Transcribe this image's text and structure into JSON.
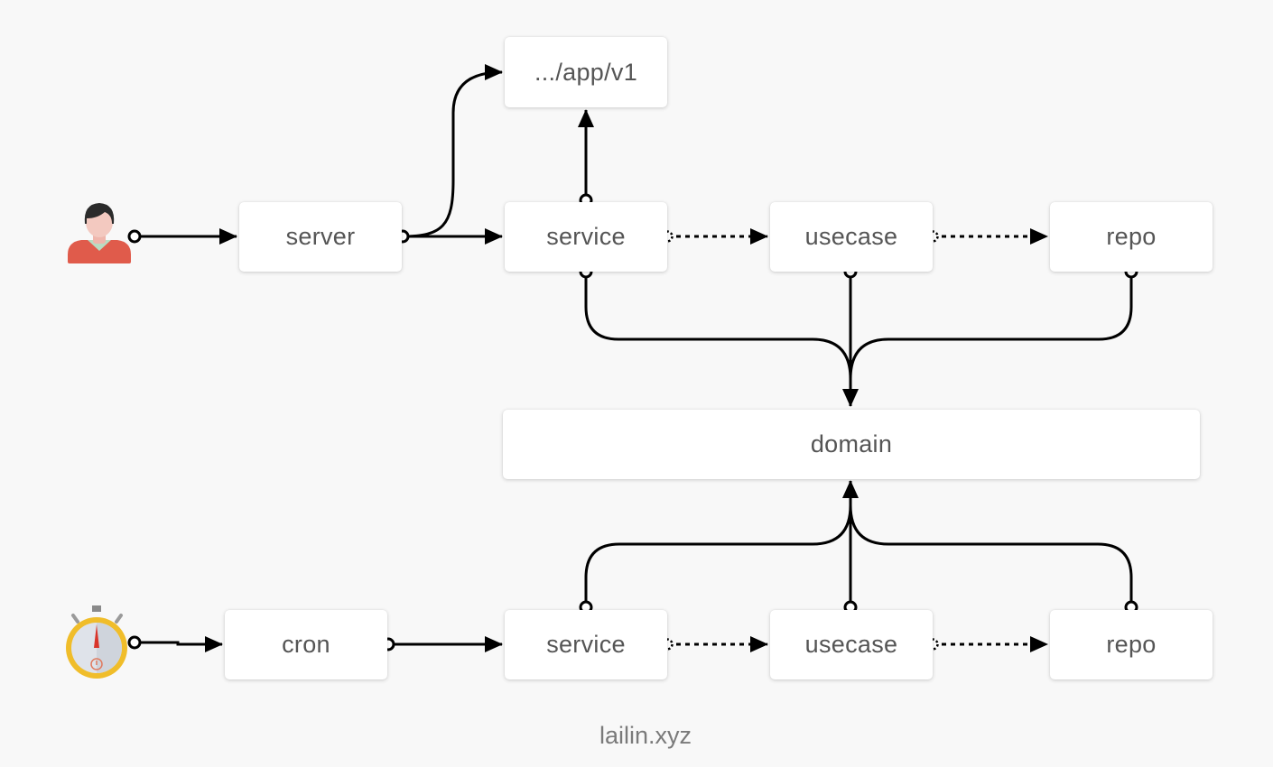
{
  "nodes": {
    "app_v1": ".../app/v1",
    "server": "server",
    "service_top": "service",
    "usecase_top": "usecase",
    "repo_top": "repo",
    "domain": "domain",
    "cron": "cron",
    "service_bottom": "service",
    "usecase_bottom": "usecase",
    "repo_bottom": "repo"
  },
  "actors": {
    "top": {
      "icon": "user-icon",
      "colors": {
        "hair": "#2b2b2b",
        "skin": "#f3c9c0",
        "shirt": "#e05b4b",
        "collar": "#b9dcc2"
      }
    },
    "bottom": {
      "icon": "stopwatch-icon",
      "colors": {
        "ring": "#f0bd2a",
        "face": "#dfe3ea",
        "needle": "#d9352b"
      }
    }
  },
  "edges": [
    {
      "from": "user",
      "to": "server",
      "style": "solid"
    },
    {
      "from": "server",
      "to": "app_v1",
      "style": "solid"
    },
    {
      "from": "server",
      "to": "service_top",
      "style": "solid"
    },
    {
      "from": "service_top",
      "to": "app_v1",
      "style": "solid"
    },
    {
      "from": "service_top",
      "to": "usecase_top",
      "style": "dotted"
    },
    {
      "from": "usecase_top",
      "to": "repo_top",
      "style": "dotted"
    },
    {
      "from": "service_top",
      "to": "domain",
      "style": "solid"
    },
    {
      "from": "usecase_top",
      "to": "domain",
      "style": "solid"
    },
    {
      "from": "repo_top",
      "to": "domain",
      "style": "solid"
    },
    {
      "from": "timer",
      "to": "cron",
      "style": "solid"
    },
    {
      "from": "cron",
      "to": "service_bottom",
      "style": "solid"
    },
    {
      "from": "service_bottom",
      "to": "usecase_bottom",
      "style": "dotted"
    },
    {
      "from": "usecase_bottom",
      "to": "repo_bottom",
      "style": "dotted"
    },
    {
      "from": "service_bottom",
      "to": "domain",
      "style": "solid"
    },
    {
      "from": "usecase_bottom",
      "to": "domain",
      "style": "solid"
    },
    {
      "from": "repo_bottom",
      "to": "domain",
      "style": "solid"
    }
  ],
  "footer": "lailin.xyz"
}
